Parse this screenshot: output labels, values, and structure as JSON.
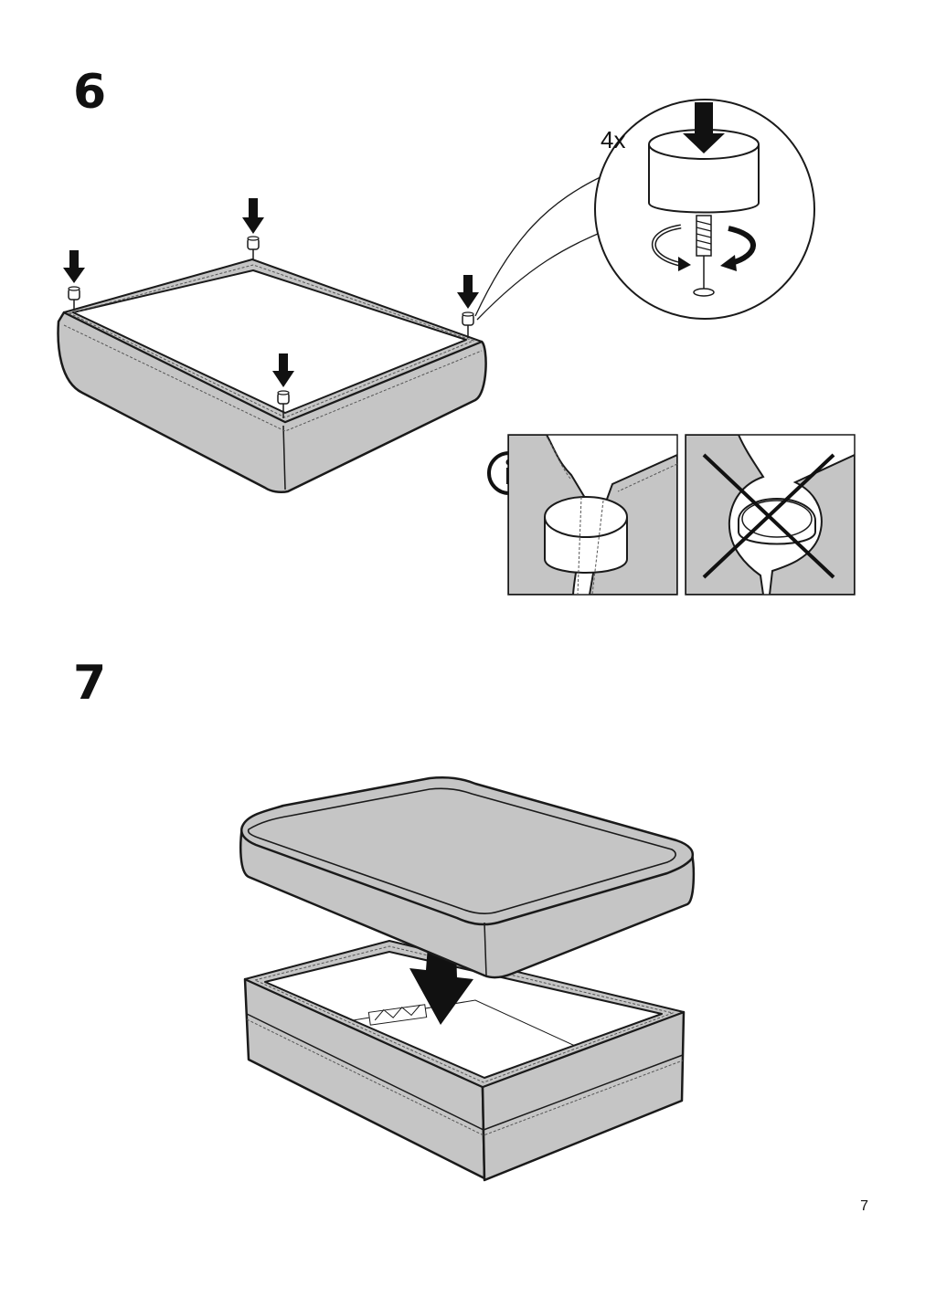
{
  "steps": [
    {
      "number": "6",
      "detail_quantity": "4x"
    },
    {
      "number": "7"
    }
  ],
  "page_number": "7",
  "colors": {
    "fabric": "#c5c5c5",
    "outline": "#1a1a1a",
    "background": "#ffffff"
  }
}
